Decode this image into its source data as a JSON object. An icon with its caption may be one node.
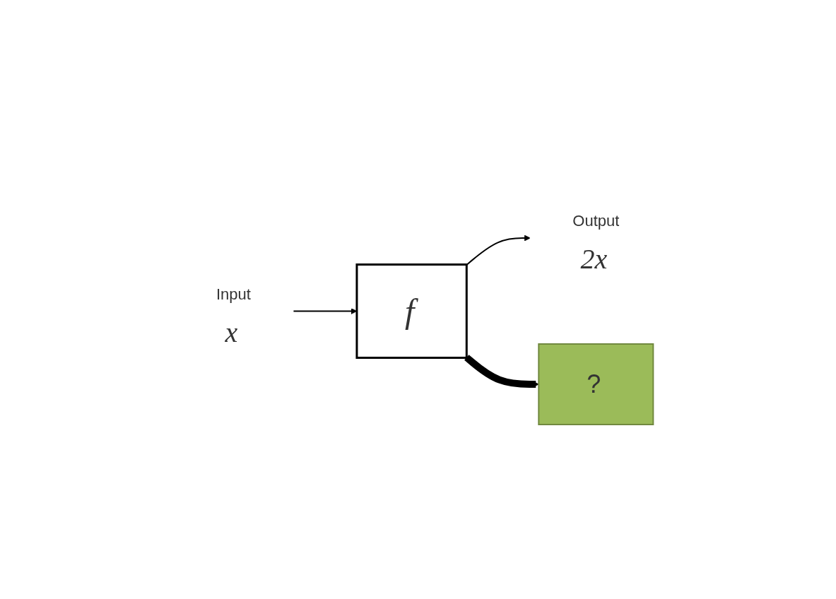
{
  "diagram": {
    "nodes": [
      {
        "text": [
          "Input",
          "x"
        ]
      },
      {
        "text": [
          "f"
        ]
      },
      {
        "text": [
          "Output",
          "2x"
        ]
      },
      {
        "text": [
          "?"
        ]
      }
    ],
    "edges": [
      {
        "from": 0,
        "to": 1,
        "arrow": "to"
      },
      {
        "from": 1,
        "to": 2,
        "arrow": "to"
      },
      {
        "from": 1,
        "to": 3,
        "arrow": "to",
        "style": "thick"
      }
    ]
  }
}
